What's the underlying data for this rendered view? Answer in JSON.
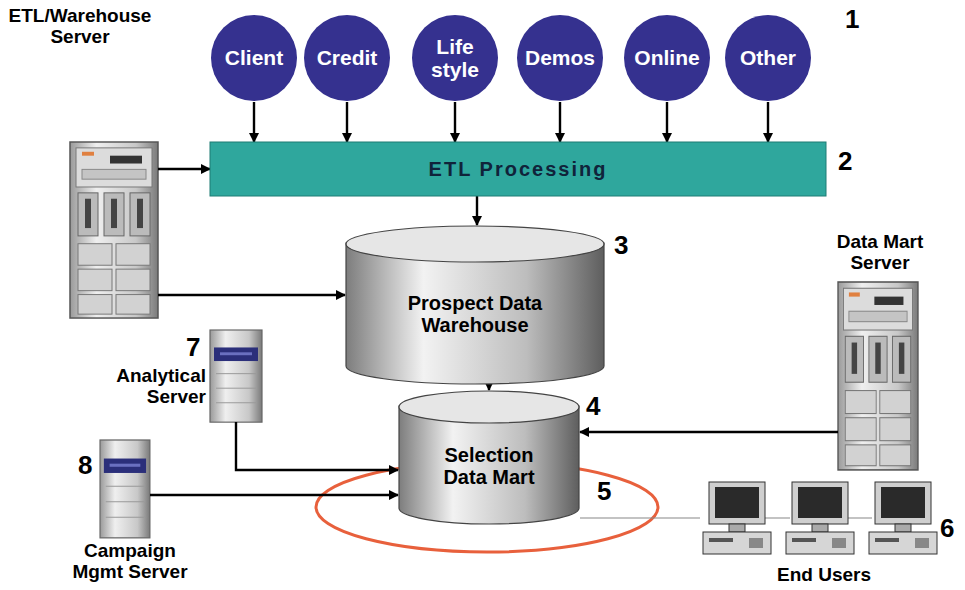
{
  "diagram": {
    "nodes": [
      {
        "text": [
          "Client"
        ]
      },
      {
        "text": [
          "Credit"
        ]
      },
      {
        "text": [
          "Life style"
        ]
      },
      {
        "text": [
          "Demos"
        ]
      },
      {
        "text": [
          "Online"
        ]
      },
      {
        "text": [
          "Other"
        ]
      },
      {
        "text": [
          "ETL/Warehouse Server"
        ]
      },
      {
        "text": [
          "ETL Processing"
        ]
      },
      {
        "text": [
          "Data Mart Server"
        ]
      },
      {
        "text": [
          "Prospect Data Warehouse"
        ]
      },
      {
        "text": [
          "Analytical Server"
        ]
      },
      {
        "text": [
          "Selection Data Mart"
        ]
      },
      {
        "text": [
          "Campaign Mgmt Server"
        ]
      },
      {
        "text": [
          "End Users"
        ]
      }
    ],
    "edges": [
      {
        "from": 0,
        "to": 7,
        "arrow": "to"
      },
      {
        "from": 1,
        "to": 7,
        "arrow": "to"
      },
      {
        "from": 2,
        "to": 7,
        "arrow": "to"
      },
      {
        "from": 3,
        "to": 7,
        "arrow": "to"
      },
      {
        "from": 4,
        "to": 7,
        "arrow": "to"
      },
      {
        "from": 5,
        "to": 7,
        "arrow": "to"
      },
      {
        "from": 6,
        "to": 7,
        "arrow": "to"
      },
      {
        "from": 6,
        "to": 9,
        "arrow": "to"
      },
      {
        "from": 7,
        "to": 9,
        "arrow": "to"
      },
      {
        "from": 9,
        "to": 11,
        "arrow": "to"
      },
      {
        "from": 8,
        "to": 11,
        "arrow": "to"
      },
      {
        "from": 10,
        "to": 11,
        "arrow": "to"
      },
      {
        "from": 12,
        "to": 11,
        "arrow": "to"
      },
      {
        "from": 11,
        "to": 13,
        "arrow": "none"
      }
    ],
    "labels": [
      "1",
      "2",
      "3",
      "4",
      "5",
      "6",
      "7",
      "8"
    ]
  }
}
